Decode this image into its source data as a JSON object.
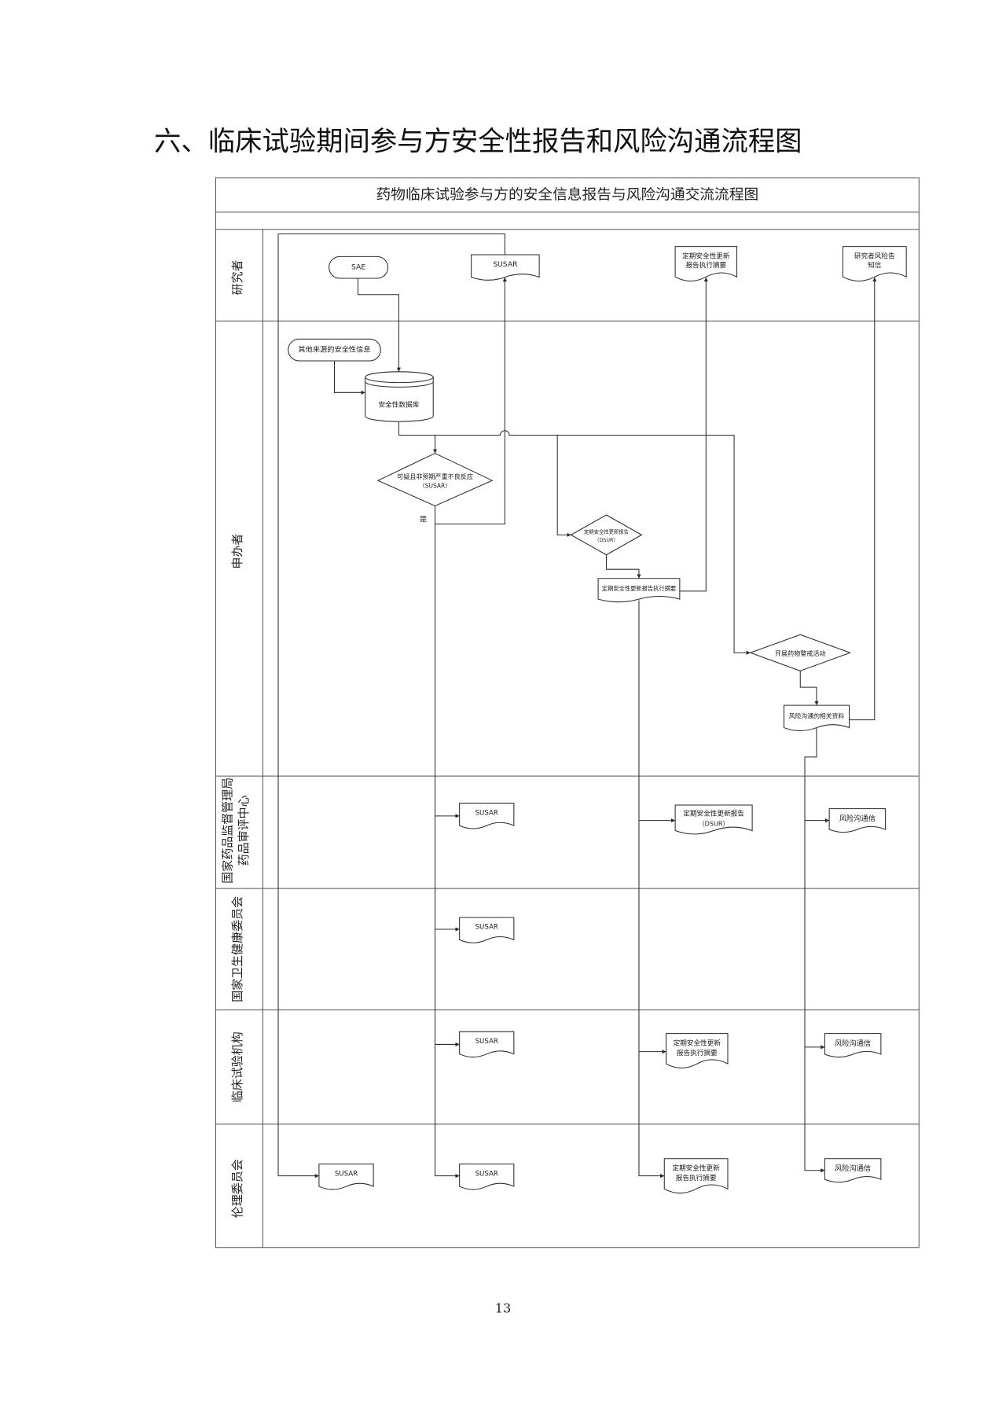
{
  "page": {
    "title": "六、临床试验期间参与方安全性报告和风险沟通流程图",
    "page_number": "13"
  },
  "diagram": {
    "title": "药物临床试验参与方的安全信息报告与风险沟通交流流程图",
    "lanes": {
      "investigator": [
        "研究者"
      ],
      "sponsor": [
        "申办者"
      ],
      "nmpa_cde": [
        "国家药品监督管理局",
        "药品审评中心"
      ],
      "nhc": [
        "国家卫生健康委员会"
      ],
      "site": [
        "临床试验机构"
      ],
      "ethics": [
        "伦理委员会"
      ]
    },
    "nodes": {
      "investigator_sae": [
        "SAE"
      ],
      "investigator_susar": [
        "SUSAR"
      ],
      "investigator_dsur_summary": [
        "定期安全性更新",
        "报告执行摘要"
      ],
      "investigator_risk_letter": [
        "研究者风险告",
        "知信"
      ],
      "sponsor_other_sources": [
        "其他来源的安全性信息"
      ],
      "sponsor_safety_database": [
        "安全性数据库"
      ],
      "sponsor_susar_decision": [
        "可疑且非预期严重不良反应",
        "（SUSAR）"
      ],
      "sponsor_dsur_decision": [
        "定期安全性更新报告",
        "（DSUR）"
      ],
      "sponsor_dsur_summary": [
        "定期安全性更新报告执行摘要"
      ],
      "sponsor_risk_decision": [
        "开展药物警戒活动"
      ],
      "sponsor_risk_materials": [
        "风险沟通的相关资料"
      ],
      "cde_susar": [
        "SUSAR"
      ],
      "cde_dsur": [
        "定期安全性更新报告",
        "（DSUR）"
      ],
      "cde_risk_letter": [
        "风险沟通信"
      ],
      "nhc_susar": [
        "SUSAR"
      ],
      "site_susar": [
        "SUSAR"
      ],
      "site_dsur_summary": [
        "定期安全性更新",
        "报告执行摘要"
      ],
      "site_risk_letter": [
        "风险沟通信"
      ],
      "ethics_susar_from_investigator": [
        "SUSAR"
      ],
      "ethics_susar": [
        "SUSAR"
      ],
      "ethics_dsur_summary": [
        "定期安全性更新",
        "报告执行摘要"
      ],
      "ethics_risk_letter": [
        "风险沟通信"
      ]
    },
    "edge_labels": {
      "susar_yes": "是"
    }
  }
}
